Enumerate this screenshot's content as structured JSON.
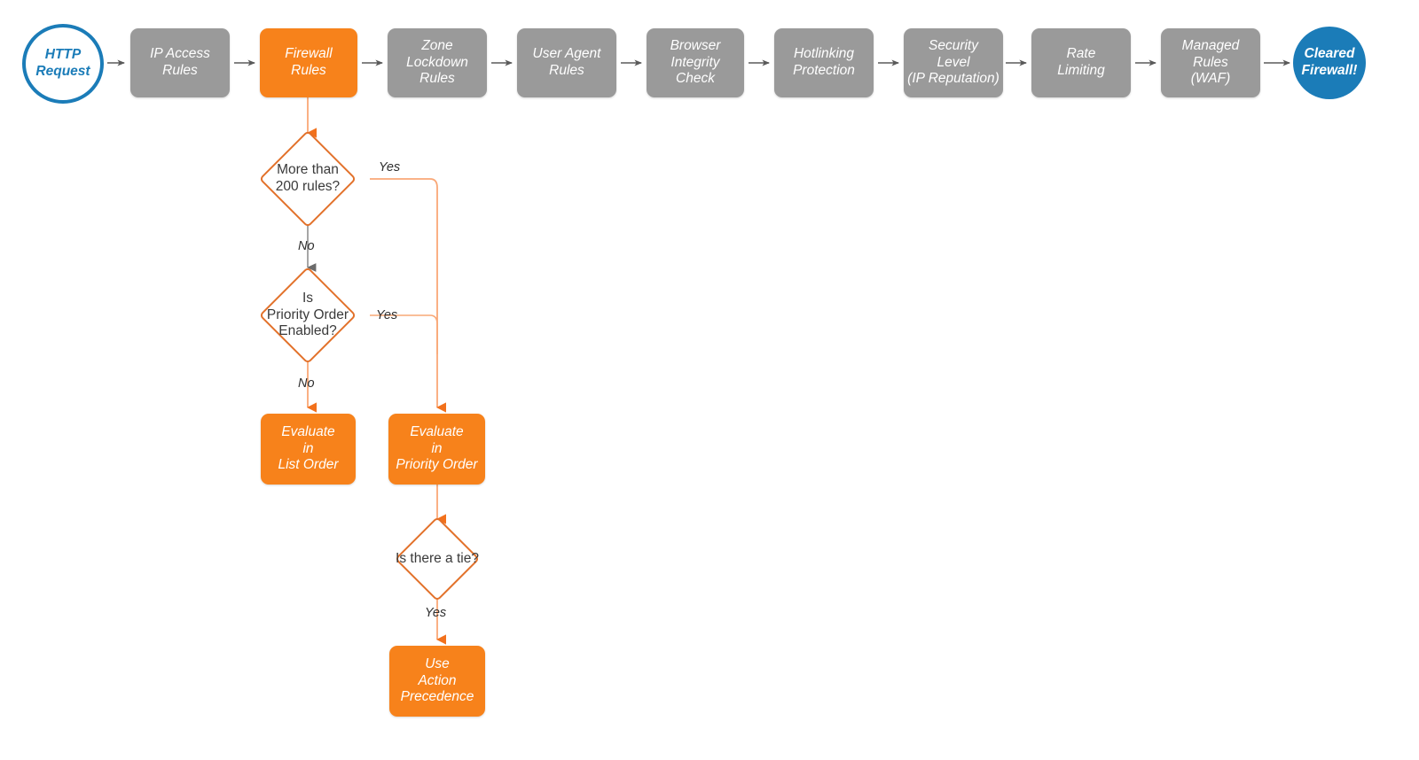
{
  "diagram": {
    "title": "Cloudflare firewall rules evaluation order",
    "colors": {
      "gray_node": "#9a9a9a",
      "orange_node": "#f7821b",
      "blue_node": "#1b7cb8",
      "diamond_stroke": "#e2712a",
      "gray_edge": "#5a5a5a",
      "orange_edge": "#f9a877",
      "canvas": "#ffffff"
    },
    "pipeline": [
      {
        "id": "http-request",
        "label": "HTTP\nRequest",
        "shape": "circle-outline"
      },
      {
        "id": "ip-access-rules",
        "label": "IP Access\nRules",
        "shape": "box-gray"
      },
      {
        "id": "firewall-rules",
        "label": "Firewall\nRules",
        "shape": "box-orange"
      },
      {
        "id": "zone-lockdown",
        "label": "Zone\nLockdown\nRules",
        "shape": "box-gray"
      },
      {
        "id": "user-agent-rules",
        "label": "User Agent\nRules",
        "shape": "box-gray"
      },
      {
        "id": "browser-integrity",
        "label": "Browser\nIntegrity\nCheck",
        "shape": "box-gray"
      },
      {
        "id": "hotlinking",
        "label": "Hotlinking\nProtection",
        "shape": "box-gray"
      },
      {
        "id": "security-level",
        "label": "Security\nLevel\n(IP Reputation)",
        "shape": "box-gray"
      },
      {
        "id": "rate-limiting",
        "label": "Rate\nLimiting",
        "shape": "box-gray"
      },
      {
        "id": "managed-rules",
        "label": "Managed\nRules\n(WAF)",
        "shape": "box-gray"
      },
      {
        "id": "cleared-firewall",
        "label": "Cleared\nFirewall!",
        "shape": "circle-filled"
      }
    ],
    "decisions": [
      {
        "id": "more-than-200-rules",
        "label": "More than\n200 rules?"
      },
      {
        "id": "priority-order-enabled",
        "label": "Is\nPriority Order\nEnabled?"
      },
      {
        "id": "is-there-a-tie",
        "label": "Is there a tie?"
      }
    ],
    "outcomes": [
      {
        "id": "evaluate-list-order",
        "label": "Evaluate\nin\nList Order"
      },
      {
        "id": "evaluate-priority-order",
        "label": "Evaluate\nin\nPriority Order"
      },
      {
        "id": "use-action-precedence",
        "label": "Use\nAction\nPrecedence"
      }
    ],
    "edge_labels": {
      "more_rules_yes": "Yes",
      "more_rules_no": "No",
      "priority_yes": "Yes",
      "priority_no": "No",
      "tie_yes": "Yes"
    }
  }
}
